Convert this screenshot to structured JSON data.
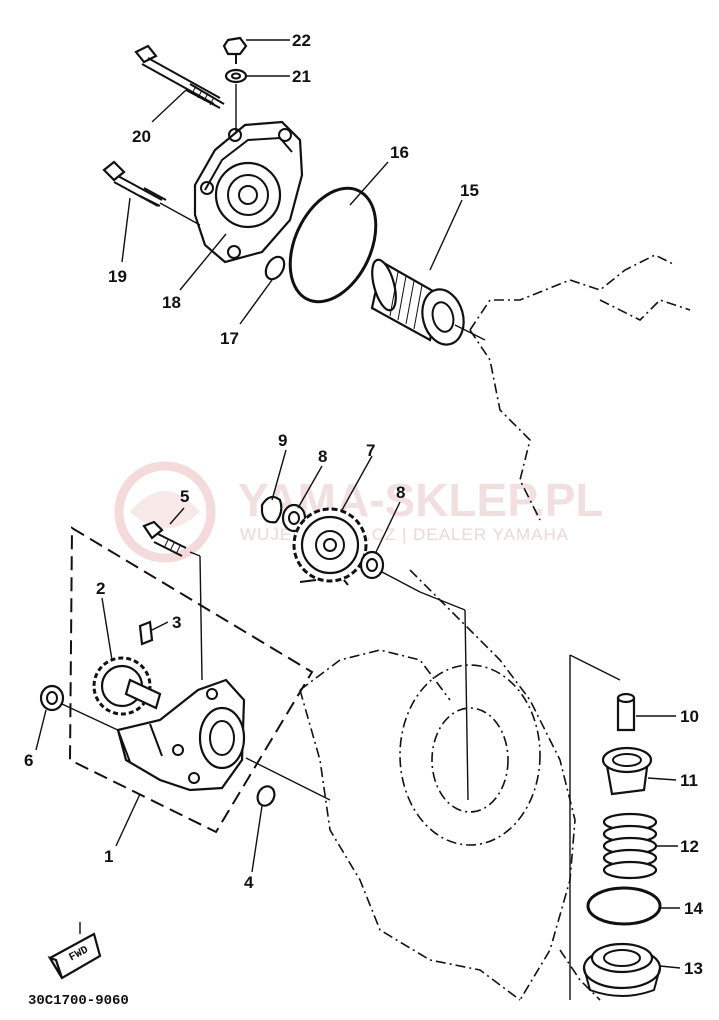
{
  "watermark": {
    "brand": "YAMA-SKLEP.PL",
    "tagline": "WUJEK-MOTO.CZ | DEALER YAMAHA"
  },
  "diagram": {
    "code": "30C1700-9060",
    "fwd_label": "FWD",
    "callouts": [
      {
        "id": "1",
        "label": "1"
      },
      {
        "id": "2",
        "label": "2"
      },
      {
        "id": "3",
        "label": "3"
      },
      {
        "id": "4",
        "label": "4"
      },
      {
        "id": "5",
        "label": "5"
      },
      {
        "id": "6",
        "label": "6"
      },
      {
        "id": "7",
        "label": "7"
      },
      {
        "id": "8a",
        "label": "8"
      },
      {
        "id": "8b",
        "label": "8"
      },
      {
        "id": "9",
        "label": "9"
      },
      {
        "id": "10",
        "label": "10"
      },
      {
        "id": "11",
        "label": "11"
      },
      {
        "id": "12",
        "label": "12"
      },
      {
        "id": "13",
        "label": "13"
      },
      {
        "id": "14",
        "label": "14"
      },
      {
        "id": "15",
        "label": "15"
      },
      {
        "id": "16",
        "label": "16"
      },
      {
        "id": "17",
        "label": "17"
      },
      {
        "id": "18",
        "label": "18"
      },
      {
        "id": "19",
        "label": "19"
      },
      {
        "id": "20",
        "label": "20"
      },
      {
        "id": "21",
        "label": "21"
      },
      {
        "id": "22",
        "label": "22"
      }
    ]
  }
}
